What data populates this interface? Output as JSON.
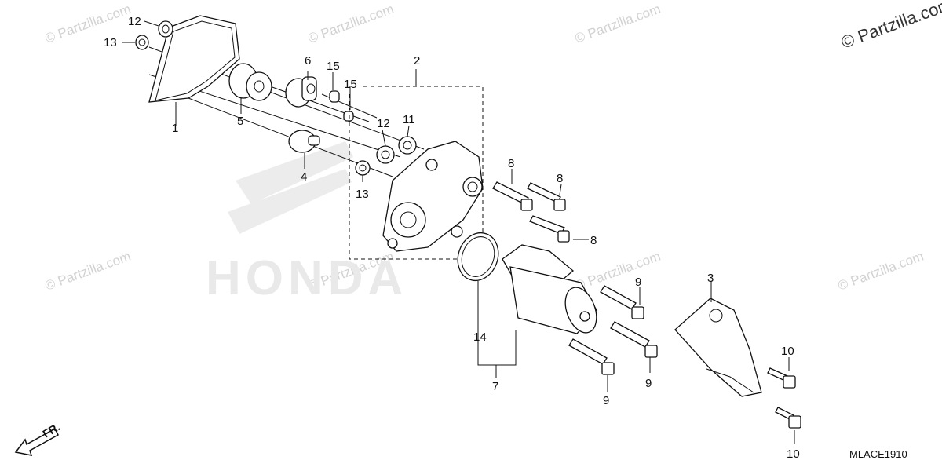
{
  "copyright_corner": "© Partzilla.com",
  "watermark": "© Partzilla.com",
  "brand_watermark": "HONDA",
  "diagram_code": "MLACE1910",
  "direction_label": "FR.",
  "callouts": {
    "c1": "1",
    "c2": "2",
    "c3": "3",
    "c4": "4",
    "c5": "5",
    "c6": "6",
    "c7": "7",
    "c8a": "8",
    "c8b": "8",
    "c8c": "8",
    "c9a": "9",
    "c9b": "9",
    "c9c": "9",
    "c10a": "10",
    "c10b": "10",
    "c11": "11",
    "c12a": "12",
    "c12b": "12",
    "c13a": "13",
    "c13b": "13",
    "c14": "14",
    "c15a": "15",
    "c15b": "15"
  }
}
